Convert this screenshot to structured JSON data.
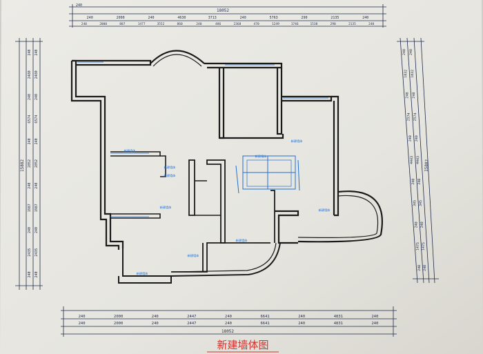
{
  "title": "新建墙体图",
  "top_dims": {
    "overall": "18052",
    "row1": [
      "240",
      "2000",
      "240",
      "4630",
      "3713",
      "240",
      "5763",
      "290",
      "2135",
      "240"
    ],
    "row2": [
      "240",
      "2000",
      "887",
      "1477",
      "3552",
      "860",
      "240",
      "486",
      "2368",
      "470",
      "1249",
      "1746",
      "1538",
      "290",
      "2135",
      "240"
    ],
    "edge": "240"
  },
  "bottom_dims": {
    "overall": "18052",
    "row1": [
      "240",
      "2000",
      "240",
      "2447",
      "240",
      "6641",
      "240",
      "4831",
      "240"
    ],
    "row2": [
      "240",
      "2000",
      "240",
      "2447",
      "240",
      "6641",
      "240",
      "4831",
      "240"
    ]
  },
  "left_dims": {
    "overall": "15882",
    "row1": [
      "240",
      "2480",
      "240",
      "6574",
      "240",
      "2852",
      "240",
      "1987",
      "240",
      "2435",
      "240"
    ],
    "row2": [
      "240",
      "2480",
      "240",
      "6574",
      "240",
      "2852",
      "240",
      "1987",
      "240",
      "2435",
      "240"
    ]
  },
  "right_dims": {
    "overall": "15882",
    "row1": [
      "240",
      "1832",
      "240",
      "2574",
      "240",
      "4443",
      "240",
      "345",
      "240",
      "1475",
      "240"
    ],
    "row2": [
      "240",
      "1832",
      "240",
      "2574",
      "240",
      "4443",
      "240",
      "345",
      "240",
      "1475",
      "240"
    ]
  },
  "annotations": [
    "新建墙体",
    "新建墙体",
    "新建墙体",
    "新建墙体",
    "新建墙体",
    "新建墙体",
    "新建墙体",
    "新建墙体",
    "新建墙体",
    "新建墙体"
  ],
  "colors": {
    "wall": "#1a1a1a",
    "wall_fill": "#f7f6f2",
    "blue": "#1f6fd1",
    "ink": "#1d2a4a",
    "red": "#d2322d"
  }
}
